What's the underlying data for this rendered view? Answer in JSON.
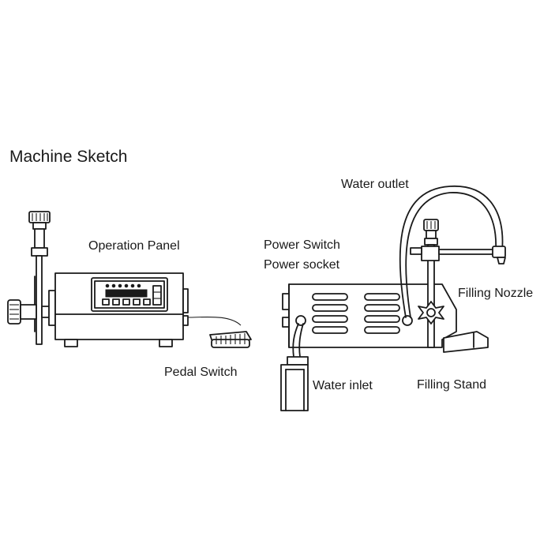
{
  "title": "Machine Sketch",
  "labels": {
    "operation_panel": "Operation Panel",
    "pedal_switch": "Pedal Switch",
    "power_switch": "Power Switch",
    "power_socket": "Power socket",
    "water_outlet": "Water outlet",
    "filling_nozzle": "Filling Nozzle",
    "water_inlet": "Water inlet",
    "filling_stand": "Filling Stand"
  }
}
